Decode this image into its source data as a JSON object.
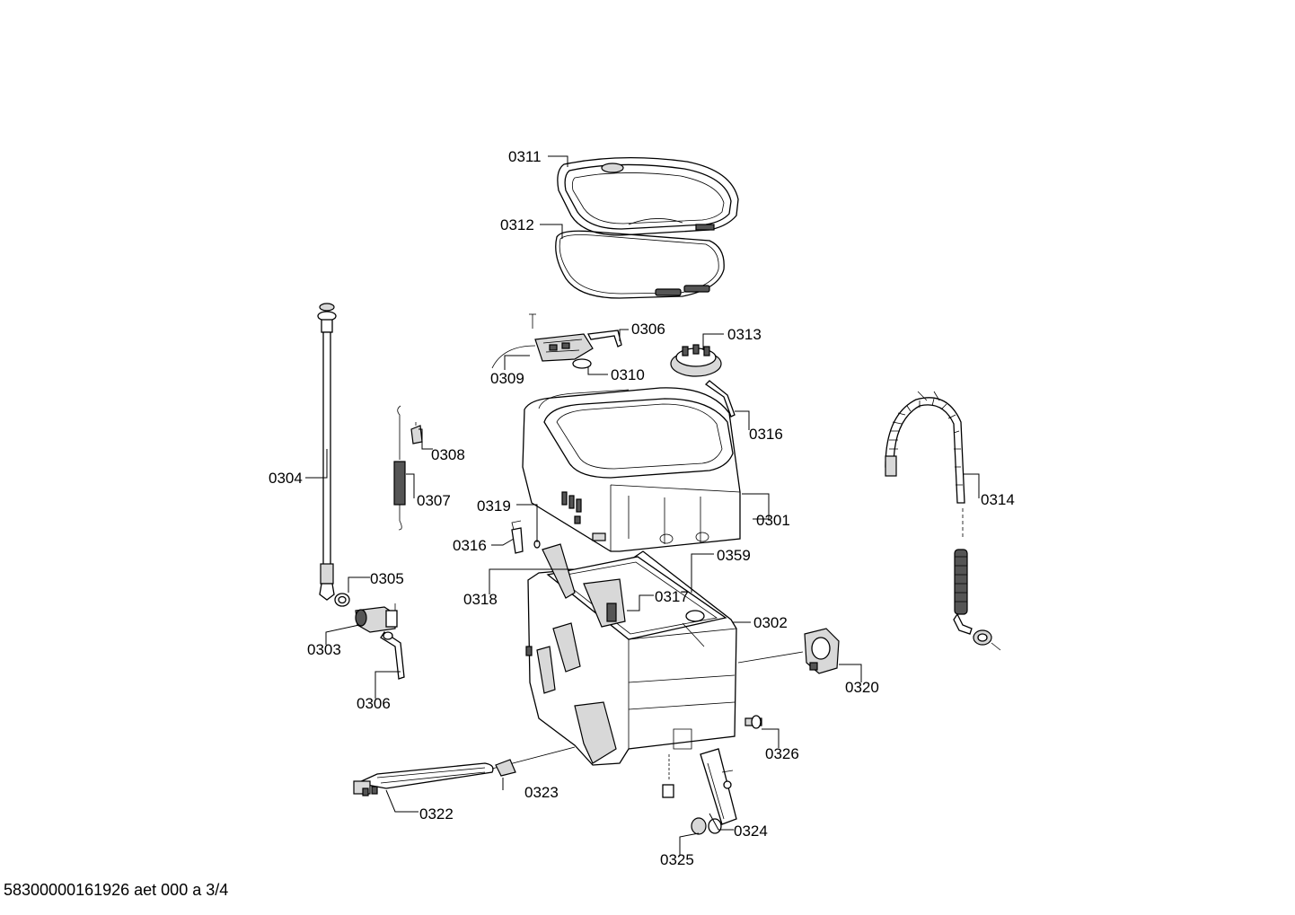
{
  "footer": {
    "document_id": "58300000161926 aet 000 a 3/4"
  },
  "parts": {
    "p0301": "0301",
    "p0302": "0302",
    "p0303": "0303",
    "p0304": "0304",
    "p0305": "0305",
    "p0306a": "0306",
    "p0306b": "0306",
    "p0307": "0307",
    "p0308": "0308",
    "p0309": "0309",
    "p0310": "0310",
    "p0311": "0311",
    "p0312": "0312",
    "p0313": "0313",
    "p0314": "0314",
    "p0316a": "0316",
    "p0316b": "0316",
    "p0317": "0317",
    "p0318": "0318",
    "p0319": "0319",
    "p0320": "0320",
    "p0322": "0322",
    "p0323": "0323",
    "p0324": "0324",
    "p0325": "0325",
    "p0326": "0326",
    "p0359": "0359"
  }
}
